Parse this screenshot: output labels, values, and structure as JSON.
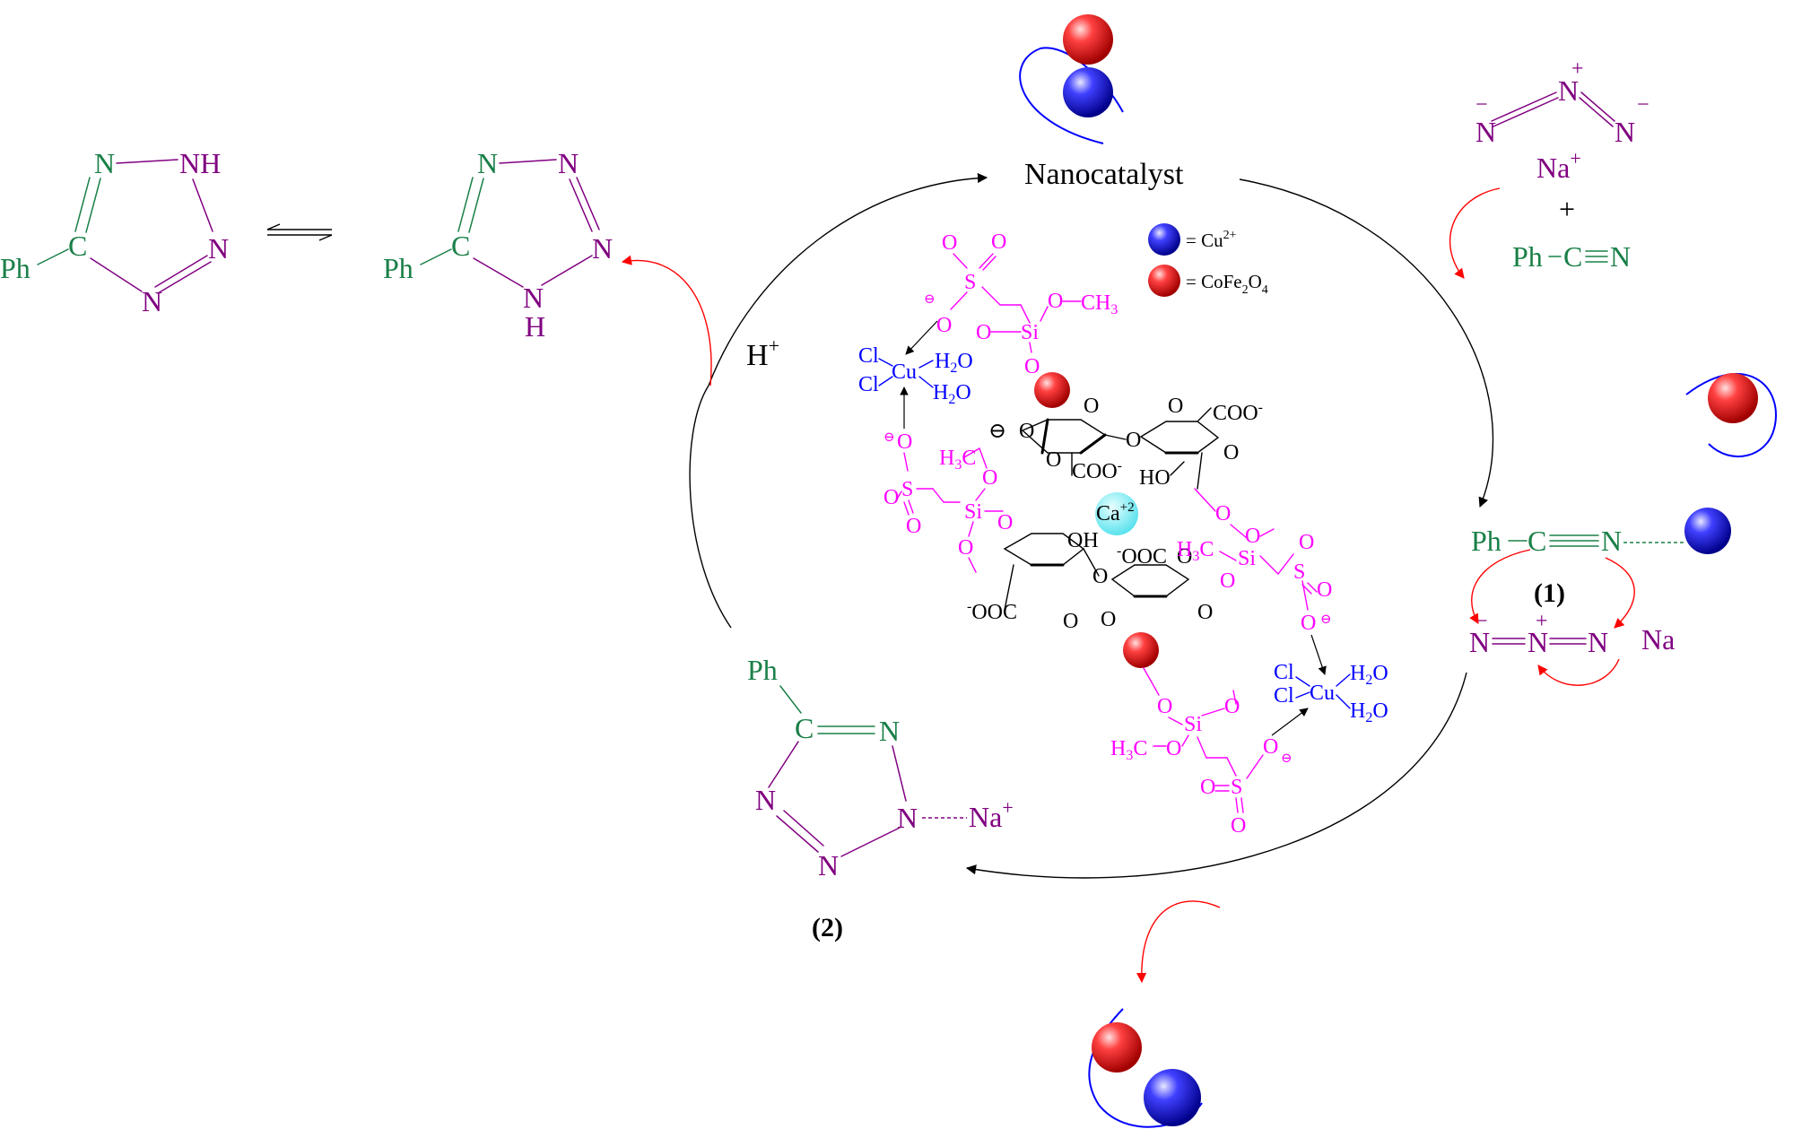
{
  "colors": {
    "green": "#1a8048",
    "purple": "#800080",
    "magenta": "#ff00ff",
    "blue": "#0000ff",
    "black": "#000000",
    "red": "#ff0000",
    "cyan": "#7ff0f8",
    "sphere_red": "#ff3030",
    "sphere_blue": "#3a3aff"
  },
  "catalyst": {
    "label": "Nanocatalyst"
  },
  "legend": {
    "cu": {
      "text": "= Cu",
      "sup": "2+"
    },
    "cofe": {
      "text": "= CoFe",
      "sub1": "2",
      "mid": "O",
      "sub2": "4"
    }
  },
  "reagents": {
    "azide_n": "N",
    "azide_minus": "−",
    "azide_plus": "+",
    "na": "Na",
    "na_plus": "+",
    "plus_sign": "+",
    "ph": "Ph",
    "c": "C",
    "n": "N"
  },
  "intermediate1": {
    "ph": "Ph",
    "c": "C",
    "n": "N",
    "label": "(1)",
    "azide_n": "N",
    "minus": "−",
    "plus": "+",
    "na": "Na"
  },
  "intermediate2": {
    "ph": "Ph",
    "c": "C",
    "n": "N",
    "na": "Na",
    "na_plus": "+",
    "label": "(2)"
  },
  "proton": {
    "h": "H",
    "plus": "+"
  },
  "products": {
    "tautomer_1": {
      "ph": "Ph",
      "c": "C",
      "n": "N",
      "nh": "NH"
    },
    "tautomer_2": {
      "ph": "Ph",
      "c": "C",
      "n": "N",
      "h": "H"
    }
  },
  "structure": {
    "cu": "Cu",
    "cl": "Cl",
    "h2o_h": "H",
    "h2o_2": "2",
    "h2o_o": "O",
    "s": "S",
    "o": "O",
    "si": "Si",
    "ch3": "CH",
    "ch3_sub": "3",
    "h3c": "H",
    "h3c_sub": "3",
    "h3c_c": "C",
    "coo": "COO",
    "coo_minus": "-",
    "ooc": "OOC",
    "ho": "HO",
    "oh": "OH",
    "ca": "Ca",
    "ca_charge": "+2",
    "ominus": "⊖"
  }
}
